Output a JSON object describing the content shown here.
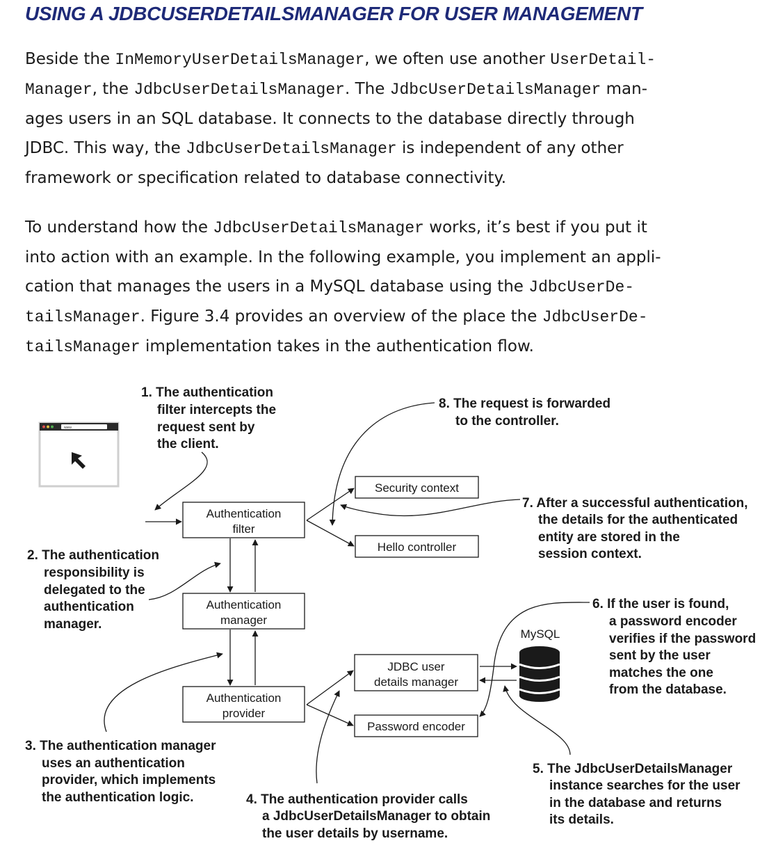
{
  "section": {
    "heading": "USING A JDBCUSERDETAILSMANAGER FOR USER MANAGEMENT"
  },
  "paragraph1": {
    "line1": [
      {
        "t": "Beside the ",
        "code": false
      },
      {
        "t": "InMemoryUserDetailsManager",
        "code": true
      },
      {
        "t": ", we often use another ",
        "code": false
      },
      {
        "t": "UserDetail-",
        "code": true
      }
    ],
    "line2": [
      {
        "t": "Manager",
        "code": true
      },
      {
        "t": ", the ",
        "code": false
      },
      {
        "t": "JdbcUserDetailsManager",
        "code": true
      },
      {
        "t": ". The ",
        "code": false
      },
      {
        "t": "JdbcUserDetailsManager",
        "code": true
      },
      {
        "t": " man-",
        "code": false
      }
    ],
    "line3": [
      {
        "t": "ages users in an SQL database. It connects to the database directly through",
        "code": false
      }
    ],
    "line4": [
      {
        "t": "JDBC. This way, the ",
        "code": false
      },
      {
        "t": "JdbcUserDetailsManager",
        "code": true
      },
      {
        "t": " is independent of any other",
        "code": false
      }
    ],
    "line5": [
      {
        "t": "framework or specification related to database connectivity.",
        "code": false
      }
    ]
  },
  "paragraph2": {
    "line1": [
      {
        "t": "To understand how the ",
        "code": false
      },
      {
        "t": "JdbcUserDetailsManager",
        "code": true
      },
      {
        "t": " works, it’s best if you put it",
        "code": false
      }
    ],
    "line2": [
      {
        "t": "into action with an example. In the following example, you implement an appli-",
        "code": false
      }
    ],
    "line3": [
      {
        "t": "cation that manages the users in a MySQL database using the ",
        "code": false
      },
      {
        "t": "JdbcUserDe-",
        "code": true
      }
    ],
    "line4": [
      {
        "t": "tailsManager",
        "code": true
      },
      {
        "t": ". Figure 3.4 provides an overview of the place the ",
        "code": false
      },
      {
        "t": "JdbcUserDe-",
        "code": true
      }
    ],
    "line5": [
      {
        "t": "tailsManager",
        "code": true
      },
      {
        "t": " implementation takes in the authentication flow.",
        "code": false
      }
    ]
  },
  "figure": {
    "browser": {
      "url_text": "www."
    },
    "boxes": {
      "auth_filter": [
        "Authentication",
        "filter"
      ],
      "auth_manager": [
        "Authentication",
        "manager"
      ],
      "auth_provider": [
        "Authentication",
        "provider"
      ],
      "security_context": [
        "Security context"
      ],
      "hello_controller": [
        "Hello controller"
      ],
      "jdbc_manager": [
        "JDBC user",
        "details manager"
      ],
      "password_encoder": [
        "Password encoder"
      ]
    },
    "mysql_label": "MySQL",
    "annotations": {
      "a1": [
        "1. The authentication",
        "filter intercepts the",
        "request sent by",
        "the client."
      ],
      "a2": [
        "2. The authentication",
        "responsibility is",
        "delegated to the",
        "authentication",
        "manager."
      ],
      "a3": [
        "3. The authentication manager",
        "uses an authentication",
        "provider, which implements",
        "the authentication logic."
      ],
      "a4": [
        "4. The authentication provider calls",
        "a JdbcUserDetailsManager to obtain",
        "the user details by username."
      ],
      "a5": [
        "5. The JdbcUserDetailsManager",
        "instance searches for the user",
        "in the database and returns",
        "its details."
      ],
      "a6": [
        "6. If the user is found,",
        "a password encoder",
        "verifies if the password",
        "sent by the user",
        "matches the one",
        "from the database."
      ],
      "a7": [
        "7. After a successful authentication,",
        "the details for the authenticated",
        "entity are stored in the",
        "session context."
      ],
      "a8": [
        "8. The request is forwarded",
        "to the controller."
      ]
    }
  }
}
